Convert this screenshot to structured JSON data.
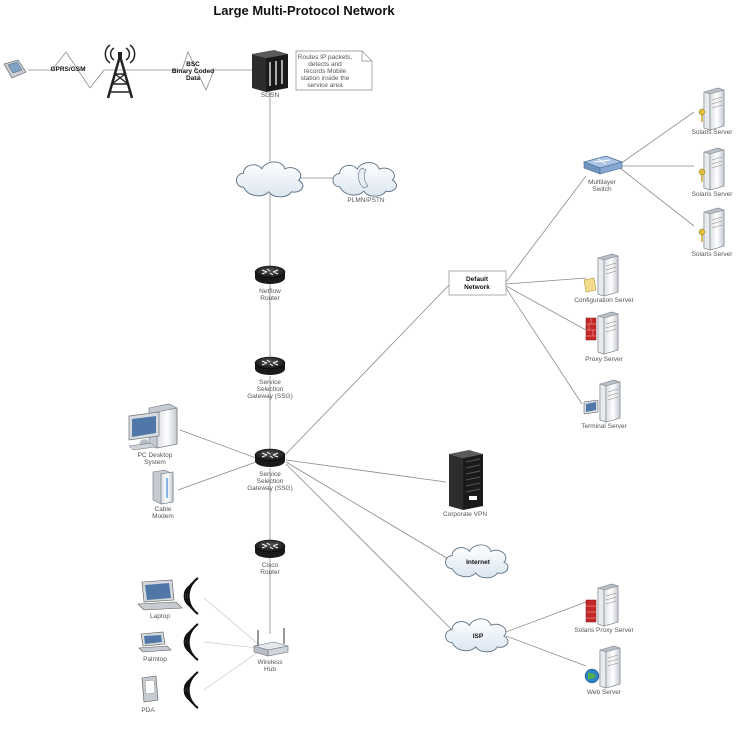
{
  "title": "Large Multi-Protocol Network",
  "labels": {
    "gprs": "GPRS/GSM",
    "bsc_1": "BSC",
    "bsc_2": "Binary Coded",
    "bsc_3": "Data",
    "sgsn": "SGSN",
    "note_1": "Routes IP packets,",
    "note_2": "detects and",
    "note_3": "records Mobile",
    "note_4": "station inside the",
    "note_5": "service area",
    "plmn": "PLMN/PSTN",
    "netflow_1": "Netflow",
    "netflow_2": "Router",
    "ssg1_1": "Service",
    "ssg1_2": "Selection",
    "ssg1_3": "Gateway (SSG)",
    "ssg2_1": "Service",
    "ssg2_2": "Selection",
    "ssg2_3": "Gateway (SSG)",
    "pc_1": "PC Desktop",
    "pc_2": "System",
    "modem_1": "Cable",
    "modem_2": "Modem",
    "cisco_1": "Cisco",
    "cisco_2": "Router",
    "laptop": "Laptop",
    "palmtop": "Palmtop",
    "pda": "PDA",
    "hub_1": "Wireless",
    "hub_2": "Hub",
    "default_1": "Default",
    "default_2": "Network",
    "switch_1": "Multilayer",
    "switch_2": "Switch",
    "solaris_1": "Solaris Server",
    "solaris_2": "Solaris Server",
    "solaris_3": "Solaris Server",
    "config": "Configuration Server",
    "proxy": "Proxy Server",
    "terminal": "Terminal Server",
    "vpn": "Corporate VPN",
    "internet": "Internet",
    "isp": "ISP",
    "sproxy": "Solaris Proxy Server",
    "web": "Web Server"
  }
}
